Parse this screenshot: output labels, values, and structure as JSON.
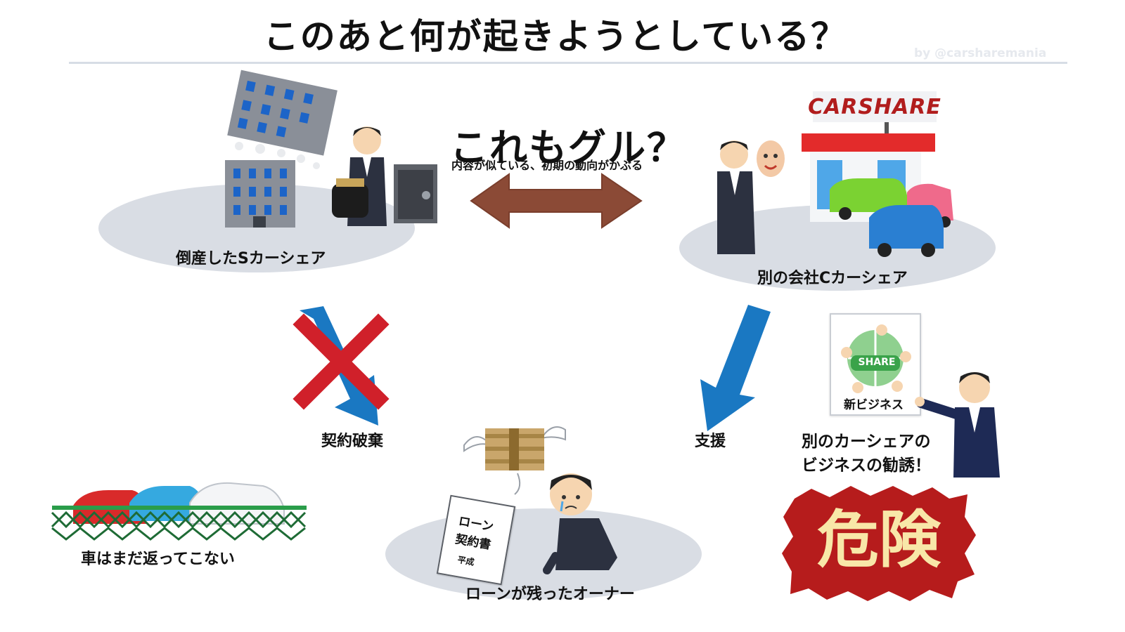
{
  "title": "このあと何が起きようとしている？",
  "credit": "by @carsharemania",
  "center": {
    "heading": "これもグル？",
    "subtext": "内容が似ている、初期の動向がかぶる"
  },
  "nodes": {
    "bankrupt": "倒産したSカーシェア",
    "other_company": "別の会社Cカーシェア",
    "owner": "ローンが残ったオーナー",
    "cars": "車はまだ返ってこない"
  },
  "sign_text": "CARSHARE",
  "edges": {
    "left": "契約破棄",
    "right": "支援"
  },
  "pitch": {
    "poster_badge": "SHARE",
    "poster_caption": "新ビジネス",
    "line1": "別のカーシェアの",
    "line2": "ビジネスの勧誘！"
  },
  "document": {
    "line1": "ローン",
    "line2": "契約書",
    "line3": "平成"
  },
  "danger": "危険",
  "colors": {
    "ellipse": "#d9dde4",
    "double_arrow": "#8b4a36",
    "blue_arrow": "#1a78c2",
    "cross": "#d0202a",
    "danger_bg": "#b61c1c",
    "danger_text": "#f8e7a8"
  }
}
